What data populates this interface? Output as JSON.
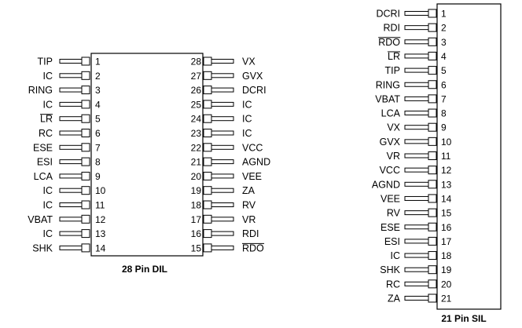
{
  "dil": {
    "caption": "28 Pin DIL",
    "left_pins": [
      {
        "number": "1",
        "name": "TIP"
      },
      {
        "number": "2",
        "name": "IC"
      },
      {
        "number": "3",
        "name": "RING"
      },
      {
        "number": "4",
        "name": "IC"
      },
      {
        "number": "5",
        "name": "LR",
        "overbar": true
      },
      {
        "number": "6",
        "name": "RC"
      },
      {
        "number": "7",
        "name": "ESE"
      },
      {
        "number": "8",
        "name": "ESI"
      },
      {
        "number": "9",
        "name": "LCA"
      },
      {
        "number": "10",
        "name": "IC"
      },
      {
        "number": "11",
        "name": "IC"
      },
      {
        "number": "12",
        "name": "VBAT"
      },
      {
        "number": "13",
        "name": "IC"
      },
      {
        "number": "14",
        "name": "SHK"
      }
    ],
    "right_pins": [
      {
        "number": "28",
        "name": "VX"
      },
      {
        "number": "27",
        "name": "GVX"
      },
      {
        "number": "26",
        "name": "DCRI"
      },
      {
        "number": "25",
        "name": "IC"
      },
      {
        "number": "24",
        "name": "IC"
      },
      {
        "number": "23",
        "name": "IC"
      },
      {
        "number": "22",
        "name": "VCC"
      },
      {
        "number": "21",
        "name": "AGND"
      },
      {
        "number": "20",
        "name": "VEE"
      },
      {
        "number": "19",
        "name": "ZA"
      },
      {
        "number": "18",
        "name": "RV"
      },
      {
        "number": "17",
        "name": "VR"
      },
      {
        "number": "16",
        "name": "RDI"
      },
      {
        "number": "15",
        "name": "RDO",
        "overbar": true
      }
    ]
  },
  "sil": {
    "caption": "21 Pin SIL",
    "pins": [
      {
        "number": "1",
        "name": "DCRI"
      },
      {
        "number": "2",
        "name": "RDI"
      },
      {
        "number": "3",
        "name": "RDO",
        "overbar": true
      },
      {
        "number": "4",
        "name": "LR",
        "overbar": true
      },
      {
        "number": "5",
        "name": "TIP"
      },
      {
        "number": "6",
        "name": "RING"
      },
      {
        "number": "7",
        "name": "VBAT"
      },
      {
        "number": "8",
        "name": "LCA"
      },
      {
        "number": "9",
        "name": "VX"
      },
      {
        "number": "10",
        "name": "GVX"
      },
      {
        "number": "11",
        "name": "VR"
      },
      {
        "number": "12",
        "name": "VCC"
      },
      {
        "number": "13",
        "name": "AGND"
      },
      {
        "number": "14",
        "name": "VEE"
      },
      {
        "number": "15",
        "name": "RV"
      },
      {
        "number": "16",
        "name": "ESE"
      },
      {
        "number": "17",
        "name": "ESI"
      },
      {
        "number": "18",
        "name": "IC"
      },
      {
        "number": "19",
        "name": "SHK"
      },
      {
        "number": "20",
        "name": "RC"
      },
      {
        "number": "21",
        "name": "ZA"
      }
    ]
  }
}
